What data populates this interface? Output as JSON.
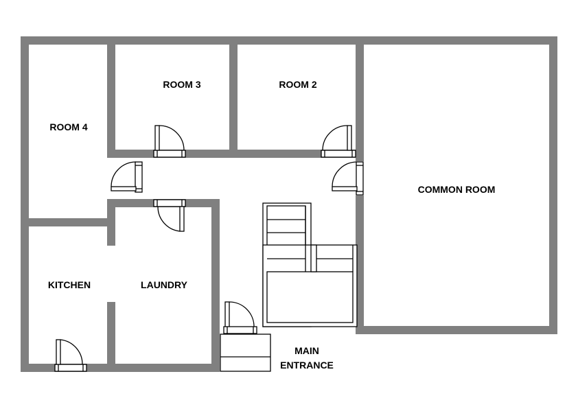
{
  "labels": {
    "room3": "ROOM 3",
    "room2": "ROOM 2",
    "room4": "ROOM 4",
    "common_room": "COMMON ROOM",
    "kitchen": "KITCHEN",
    "laundry": "LAUNDRY",
    "main_entrance_line1": "MAIN",
    "main_entrance_line2": "ENTRANCE"
  },
  "colors": {
    "wall": "#808080",
    "background": "#ffffff",
    "lines": "#000000"
  }
}
